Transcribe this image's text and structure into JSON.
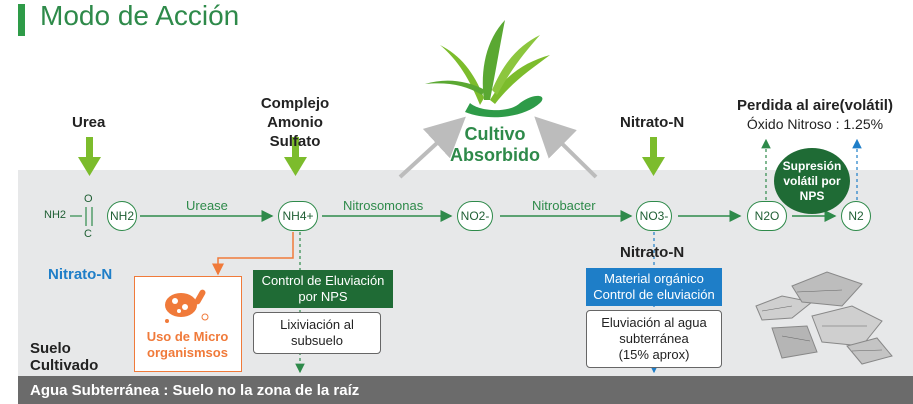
{
  "title": "Modo de Acción",
  "sources": {
    "urea": "Urea",
    "complejo": [
      "Complejo",
      "Amonio",
      "Sulfato"
    ],
    "cultivo": [
      "Cultivo",
      "Absorbido"
    ],
    "nitrato_top": "Nitrato-N",
    "perdida_title": "Perdida al aire(volátil)",
    "perdida_sub": "Óxido Nitroso : 1.25%"
  },
  "molecule": {
    "o": "O",
    "c": "C",
    "nh2_left": "NH2",
    "nitrato_label": "Nitrato-N"
  },
  "nodes": {
    "nh2": "NH2",
    "nh4": "NH4+",
    "no2": "NO2-",
    "no3": "NO3-",
    "n2o": "N2O",
    "n2": "N2"
  },
  "arrows": {
    "urease": "Urease",
    "nitrosomonas": "Nitrosomonas",
    "nitrobacter": "Nitrobacter"
  },
  "supresion": [
    "Supresión",
    "volátil por",
    "NPS"
  ],
  "micro": [
    "Uso de Micro",
    "organismsos"
  ],
  "control_nps": [
    "Control de Eluviación",
    "por NPS"
  ],
  "lixiviacion": [
    "Lixiviación al",
    "subsuelo"
  ],
  "nitrato_mid": "Nitrato-N",
  "material": [
    "Material orgánico",
    "Control de eluviación"
  ],
  "eluviacion": [
    "Eluviación al agua",
    "subterránea",
    "(15% aprox)"
  ],
  "suelo": [
    "Suelo",
    "Cultivado"
  ],
  "ground": "Agua Subterránea : Suelo no la zona de la raíz",
  "colors": {
    "green": "#2e8a4a",
    "lime": "#7cbc2c",
    "orange": "#f07a3a",
    "blue": "#1e7ec8",
    "dark_green": "#1f6b35"
  }
}
